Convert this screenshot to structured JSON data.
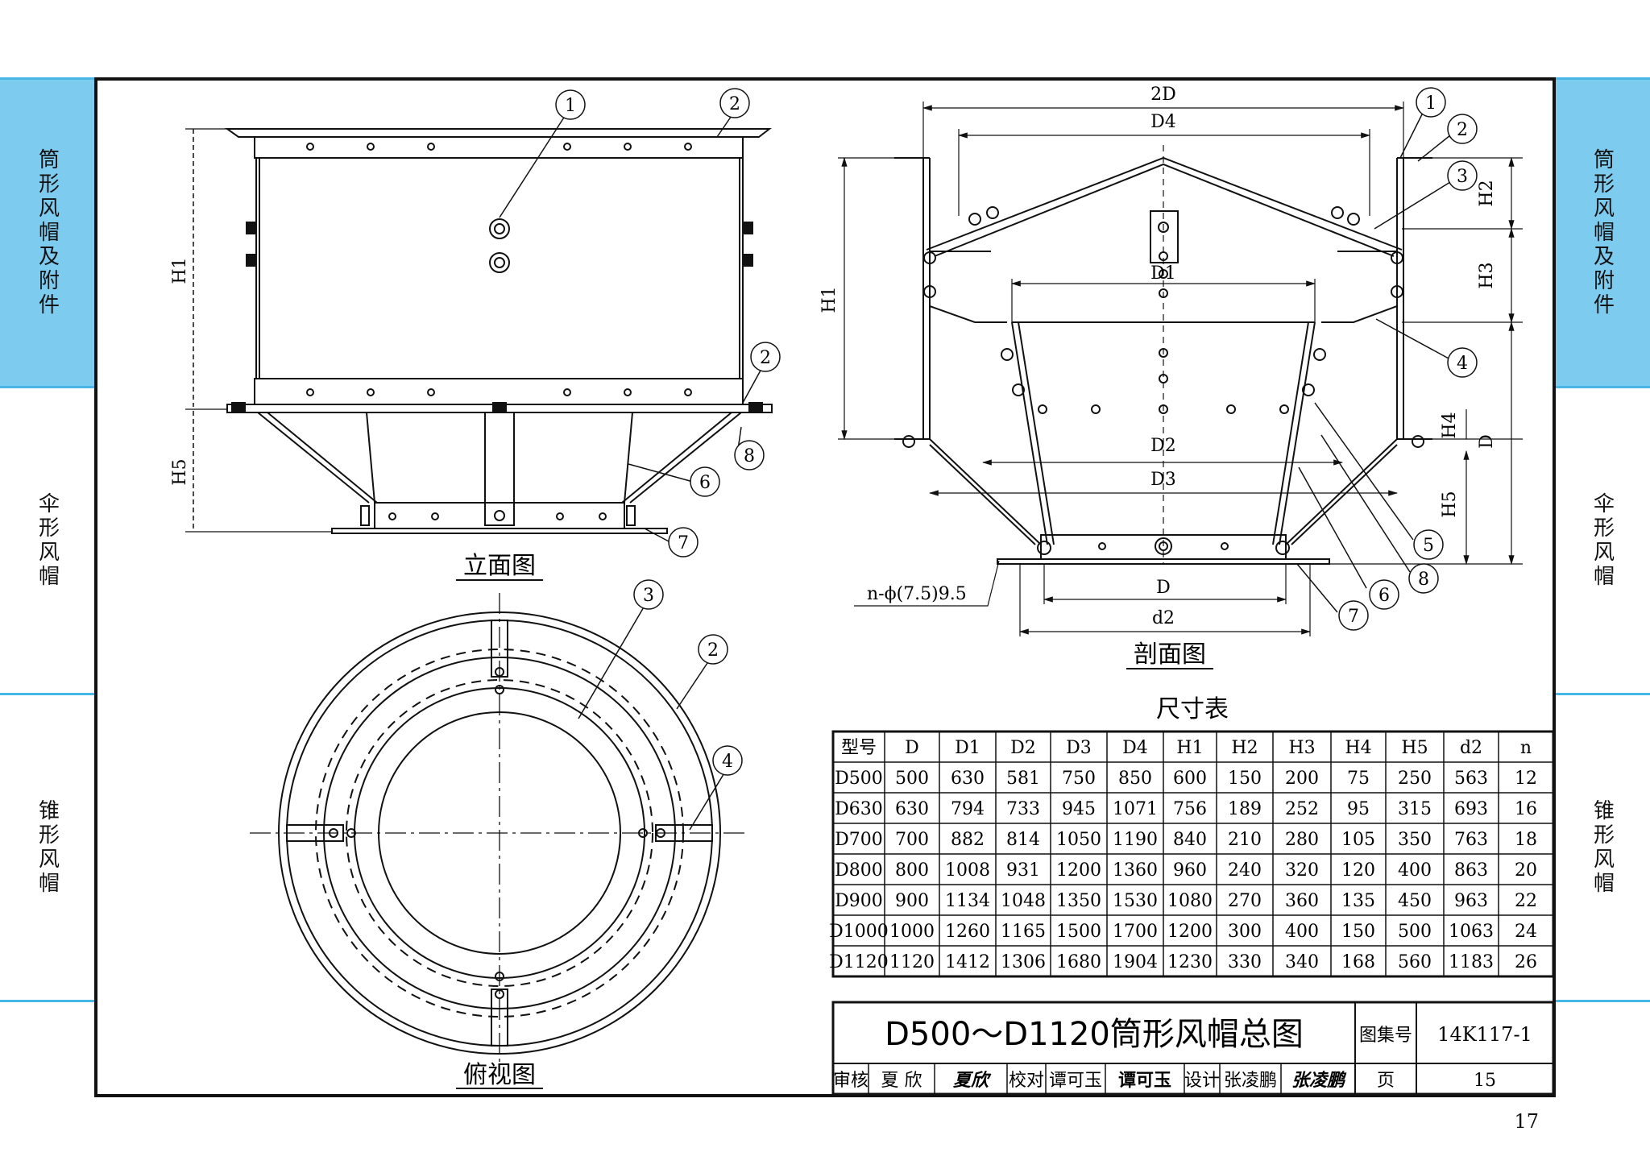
{
  "side_tabs_left": [
    "筒形风帽及附件",
    "伞形风帽",
    "锥形风帽"
  ],
  "side_tabs_right": [
    "筒形风帽及附件",
    "伞形风帽",
    "锥形风帽"
  ],
  "page_number": "17",
  "views": {
    "elevation_title": "立面图",
    "section_title": "剖面图",
    "plan_title": "俯视图"
  },
  "callouts": [
    "1",
    "2",
    "3",
    "4",
    "5",
    "6",
    "7",
    "8"
  ],
  "dimensions": {
    "elevation": {
      "h1": "H1",
      "h5": "H5"
    },
    "section": {
      "two_d": "2D",
      "d4": "D4",
      "d1": "D1",
      "d2": "D2",
      "d3": "D3",
      "d": "D",
      "d_small": "d2",
      "h1": "H1",
      "h2": "H2",
      "h3": "H3",
      "h4": "H4",
      "h5": "H5",
      "d_side": "D",
      "hole_note": "n-ϕ(7.5)9.5"
    }
  },
  "table": {
    "title": "尺寸表",
    "headers": [
      "型号",
      "D",
      "D1",
      "D2",
      "D3",
      "D4",
      "H1",
      "H2",
      "H3",
      "H4",
      "H5",
      "d2",
      "n"
    ],
    "rows": [
      [
        "D500",
        "500",
        "630",
        "581",
        "750",
        "850",
        "600",
        "150",
        "200",
        "75",
        "250",
        "563",
        "12"
      ],
      [
        "D630",
        "630",
        "794",
        "733",
        "945",
        "1071",
        "756",
        "189",
        "252",
        "95",
        "315",
        "693",
        "16"
      ],
      [
        "D700",
        "700",
        "882",
        "814",
        "1050",
        "1190",
        "840",
        "210",
        "280",
        "105",
        "350",
        "763",
        "18"
      ],
      [
        "D800",
        "800",
        "1008",
        "931",
        "1200",
        "1360",
        "960",
        "240",
        "320",
        "120",
        "400",
        "863",
        "20"
      ],
      [
        "D900",
        "900",
        "1134",
        "1048",
        "1350",
        "1530",
        "1080",
        "270",
        "360",
        "135",
        "450",
        "963",
        "22"
      ],
      [
        "D1000",
        "1000",
        "1260",
        "1165",
        "1500",
        "1700",
        "1200",
        "300",
        "400",
        "150",
        "500",
        "1063",
        "24"
      ],
      [
        "D1120",
        "1120",
        "1412",
        "1306",
        "1680",
        "1904",
        "1230",
        "330",
        "340",
        "168",
        "560",
        "1183",
        "26"
      ]
    ]
  },
  "title_block": {
    "title": "D500～D1120筒形风帽总图",
    "atlas_label": "图集号",
    "atlas_no": "14K117-1",
    "review_label": "审核",
    "reviewer": "夏 欣",
    "reviewer_sig": "夏欣",
    "check_label": "校对",
    "checker": "谭可玉",
    "checker_sig": "谭可玉",
    "design_label": "设计",
    "designer": "张凌鹏",
    "designer_sig": "张凌鹏",
    "page_label": "页",
    "page": "15"
  }
}
